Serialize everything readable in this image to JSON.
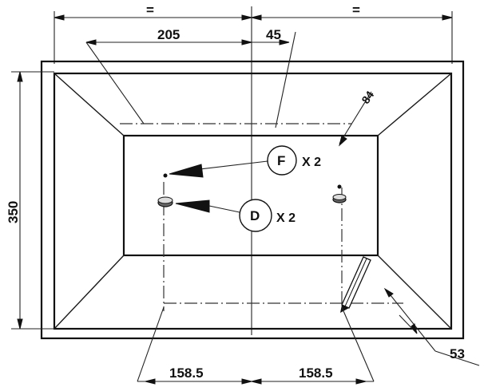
{
  "top_dimensions": {
    "equal_left": "=",
    "equal_right": "=",
    "offset_left": "205",
    "offset_right": "45",
    "angle_mark": "84"
  },
  "side_dimension": "350",
  "callouts": [
    {
      "letter": "F",
      "multiplier": "X 2"
    },
    {
      "letter": "D",
      "multiplier": "X 2"
    }
  ],
  "bottom_dimensions": {
    "left": "158.5",
    "right": "158.5",
    "corner": "53"
  }
}
